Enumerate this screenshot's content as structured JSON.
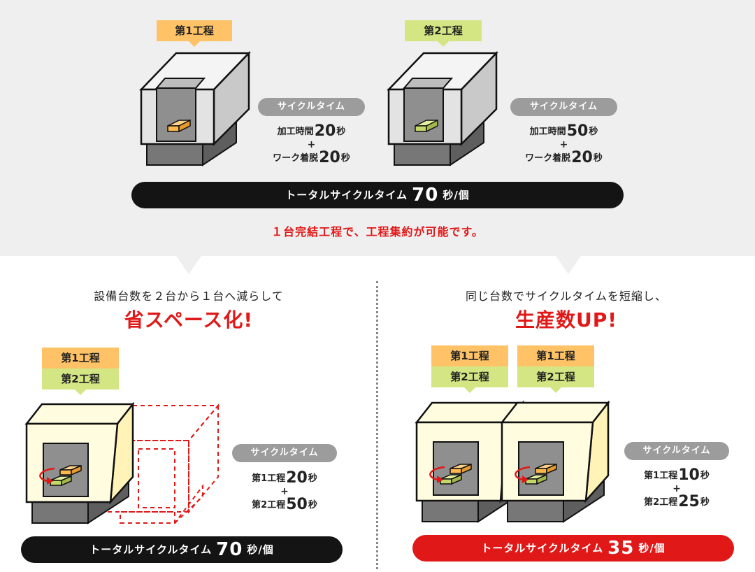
{
  "top": {
    "process1": {
      "tag": "第1工程",
      "cycle_label": "サイクルタイム",
      "line1_label": "加工時間",
      "line1_value": "20",
      "line1_unit": "秒",
      "plus": "+",
      "line2_label": "ワーク着脱",
      "line2_value": "20",
      "line2_unit": "秒"
    },
    "process2": {
      "tag": "第2工程",
      "cycle_label": "サイクルタイム",
      "line1_label": "加工時間",
      "line1_value": "50",
      "line1_unit": "秒",
      "plus": "+",
      "line2_label": "ワーク着脱",
      "line2_value": "20",
      "line2_unit": "秒"
    },
    "total": {
      "label": "トータルサイクルタイム",
      "value": "70",
      "unit": "秒/個"
    },
    "note": "１台完結工程で、工程集約が可能です。"
  },
  "left": {
    "lead": "設備台数を２台から１台へ減らして",
    "headline": "省スペース化!",
    "tag1": "第1工程",
    "tag2": "第2工程",
    "cycle_label": "サイクルタイム",
    "line1_label": "第1工程",
    "line1_value": "20",
    "line1_unit": "秒",
    "plus": "+",
    "line2_label": "第2工程",
    "line2_value": "50",
    "line2_unit": "秒",
    "total": {
      "label": "トータルサイクルタイム",
      "value": "70",
      "unit": "秒/個"
    }
  },
  "right": {
    "lead": "同じ台数でサイクルタイムを短縮し、",
    "headline": "生産数UP!",
    "machine_a": {
      "tag1": "第1工程",
      "tag2": "第2工程"
    },
    "machine_b": {
      "tag1": "第1工程",
      "tag2": "第2工程"
    },
    "cycle_label": "サイクルタイム",
    "line1_label": "第1工程",
    "line1_value": "10",
    "line1_unit": "秒",
    "plus": "+",
    "line2_label": "第2工程",
    "line2_value": "25",
    "line2_unit": "秒",
    "total": {
      "label": "トータルサイクルタイム",
      "value": "35",
      "unit": "秒/個"
    }
  },
  "colors": {
    "band": "#efefef",
    "accent_red": "#e11818",
    "tag_orange": "#ffc266",
    "tag_green": "#d4e583",
    "machine_gray": "#e3e3e3",
    "machine_cream": "#fffce0",
    "base_gray": "#777777",
    "window_gray": "#8f8f8f"
  }
}
